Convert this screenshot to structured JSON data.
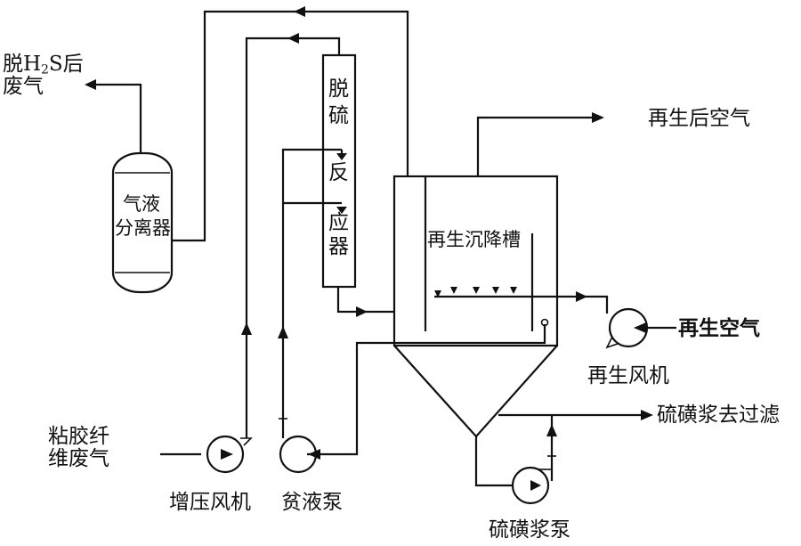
{
  "labels": {
    "exhaust": {
      "prefix": "脱H",
      "sub": "2",
      "suffix": "S后",
      "line2": "废气"
    },
    "separator": {
      "line1": "气液",
      "line2": "分离器"
    },
    "reactor": [
      "脱",
      "硫",
      "反",
      "应",
      "器"
    ],
    "regen_air_out": "再生后空气",
    "tank": "再生沉降槽",
    "regen_air_in": "再生空气",
    "regen_fan": "再生风机",
    "slurry_out": "硫磺浆去过滤",
    "inlet_gas": {
      "line1": "粘胶纤",
      "line2": "维废气"
    },
    "booster_fan": "增压风机",
    "lean_pump": "贫液泵",
    "slurry_pump": "硫磺浆泵"
  },
  "colors": {
    "stroke": "#111111",
    "background": "#ffffff"
  }
}
